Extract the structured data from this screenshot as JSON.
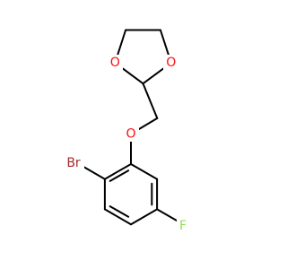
{
  "molecule": {
    "atoms": {
      "O1": {
        "symbol": "O"
      },
      "O2": {
        "symbol": "O"
      },
      "O3": {
        "symbol": "O"
      },
      "Br": {
        "symbol": "Br"
      },
      "F": {
        "symbol": "F"
      }
    }
  },
  "colors": {
    "bond": "#000000",
    "O": "#ff0d0d",
    "Br": "#a62929",
    "F": "#90e050",
    "background": "#ffffff"
  }
}
